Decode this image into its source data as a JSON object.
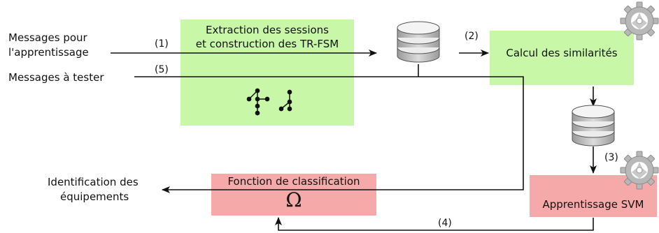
{
  "inputs": {
    "learning": [
      "Messages pour",
      "l'apprentissage"
    ],
    "test": "Messages à tester"
  },
  "output": [
    "Identification des",
    "équipements"
  ],
  "boxes": {
    "extraction": [
      "Extraction des sessions",
      "et construction des TR-FSM"
    ],
    "similarity": "Calcul des similarités",
    "classification": "Fonction de classification",
    "classification_symbol": "Ω",
    "svm": "Apprentissage SVM"
  },
  "steps": {
    "s1": "(1)",
    "s2": "(2)",
    "s3": "(3)",
    "s4": "(4)",
    "s5": "(5)"
  },
  "colors": {
    "green_box": "#c9f7a8",
    "pink_box": "#f6a9a9",
    "gear": "#b8b8b8",
    "disk": "#bdbdbd"
  }
}
